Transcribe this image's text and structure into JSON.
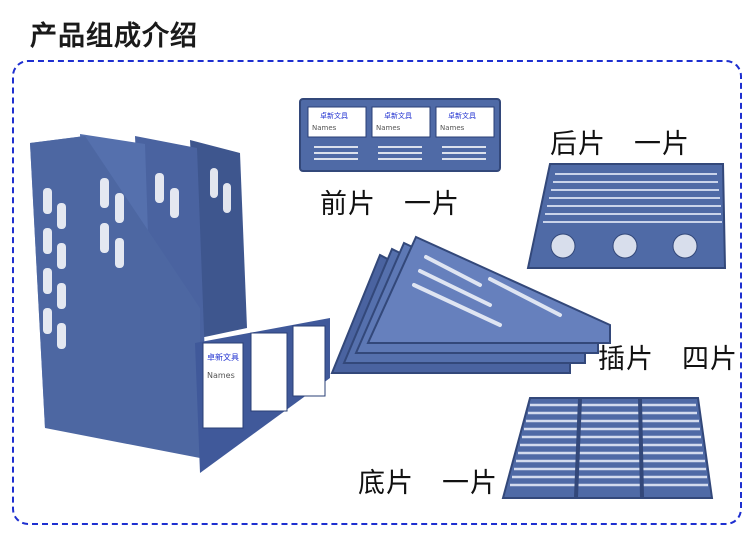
{
  "title": "产品组成介绍",
  "colors": {
    "plastic": "#4f6aa6",
    "plastic_dark": "#33487a",
    "plastic_light": "#7e95c7",
    "frame": "#1e2fd0"
  },
  "parts": [
    {
      "id": "front",
      "label": "前片　一片"
    },
    {
      "id": "back",
      "label": "后片　一片"
    },
    {
      "id": "insert",
      "label": "插片　四片"
    },
    {
      "id": "bottom",
      "label": "底片　一片"
    }
  ],
  "card": {
    "brand": "卓新文具",
    "field": "Names"
  }
}
